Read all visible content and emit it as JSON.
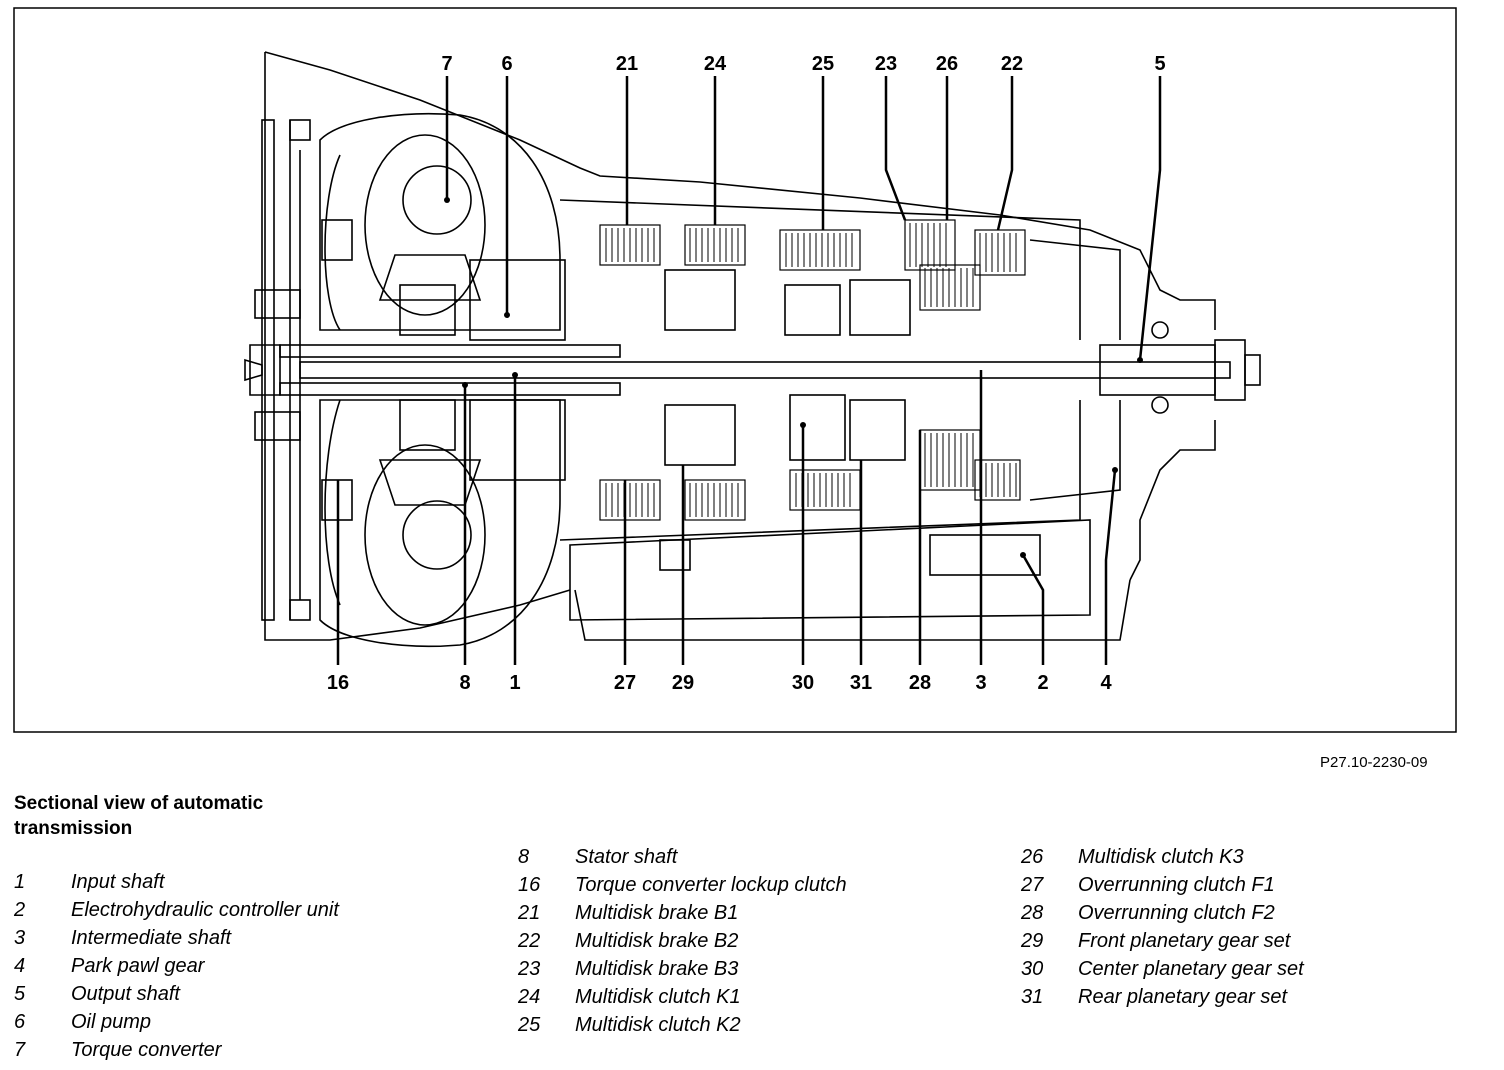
{
  "figure": {
    "reference_code": "P27.10-2230-09",
    "callouts_top": [
      "7",
      "6",
      "21",
      "24",
      "25",
      "23",
      "26",
      "22",
      "5"
    ],
    "callouts_bottom": [
      "16",
      "8",
      "1",
      "27",
      "29",
      "30",
      "31",
      "28",
      "3",
      "2",
      "4"
    ]
  },
  "title": "Sectional view of automatic transmission",
  "legend": {
    "columns": [
      [
        {
          "num": "1",
          "label": "Input shaft"
        },
        {
          "num": "2",
          "label": "Electrohydraulic controller unit"
        },
        {
          "num": "3",
          "label": "Intermediate shaft"
        },
        {
          "num": "4",
          "label": "Park pawl gear"
        },
        {
          "num": "5",
          "label": "Output shaft"
        },
        {
          "num": "6",
          "label": "Oil pump"
        },
        {
          "num": "7",
          "label": "Torque converter"
        }
      ],
      [
        {
          "num": "8",
          "label": "Stator shaft"
        },
        {
          "num": "16",
          "label": "Torque converter lockup clutch"
        },
        {
          "num": "21",
          "label": "Multidisk brake B1"
        },
        {
          "num": "22",
          "label": "Multidisk brake B2"
        },
        {
          "num": "23",
          "label": "Multidisk brake B3"
        },
        {
          "num": "24",
          "label": "Multidisk clutch K1"
        },
        {
          "num": "25",
          "label": "Multidisk clutch K2"
        }
      ],
      [
        {
          "num": "26",
          "label": "Multidisk clutch K3"
        },
        {
          "num": "27",
          "label": "Overrunning clutch F1"
        },
        {
          "num": "28",
          "label": "Overrunning clutch F2"
        },
        {
          "num": "29",
          "label": "Front planetary gear set"
        },
        {
          "num": "30",
          "label": "Center planetary gear set"
        },
        {
          "num": "31",
          "label": "Rear planetary gear set"
        }
      ]
    ]
  }
}
